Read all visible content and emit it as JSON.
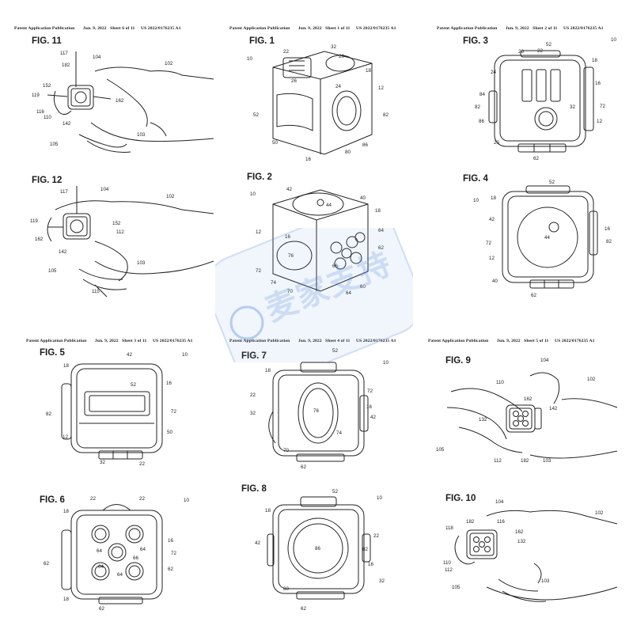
{
  "headers": {
    "s6": {
      "pub": "Patent Application Publication",
      "date": "Jun. 9, 2022",
      "sheet": "Sheet 6 of 11",
      "num": "US 2022/0176235 A1"
    },
    "s1": {
      "pub": "Patent Application Publication",
      "date": "Jun. 9, 2022",
      "sheet": "Sheet 1 of 11",
      "num": "US 2022/0176235 A1"
    },
    "s2": {
      "pub": "Patent Application Publication",
      "date": "Jun. 9, 2022",
      "sheet": "Sheet 2 of 11",
      "num": "US 2022/0176235 A1"
    },
    "s3": {
      "pub": "Patent Application Publication",
      "date": "Jun. 9, 2022",
      "sheet": "Sheet 3 of 11",
      "num": "US 2022/0176235 A1"
    },
    "s4": {
      "pub": "Patent Application Publication",
      "date": "Jun. 9, 2022",
      "sheet": "Sheet 4 of 11",
      "num": "US 2022/0176235 A1"
    },
    "s5": {
      "pub": "Patent Application Publication",
      "date": "Jun. 9, 2022",
      "sheet": "Sheet 5 of 11",
      "num": "US 2022/0176235 A1"
    }
  },
  "figures": {
    "f11": "FIG. 11",
    "f12": "FIG. 12",
    "f1": "FIG. 1",
    "f2": "FIG. 2",
    "f3": "FIG. 3",
    "f4": "FIG. 4",
    "f5": "FIG. 5",
    "f6": "FIG. 6",
    "f7": "FIG. 7",
    "f8": "FIG. 8",
    "f9": "FIG. 9",
    "f10": "FIG. 10"
  },
  "refs": {
    "f11": [
      "117",
      "104",
      "102",
      "182",
      "152",
      "119",
      "162",
      "116",
      "110",
      "142",
      "103",
      "105"
    ],
    "f12": [
      "117",
      "104",
      "102",
      "119",
      "152",
      "162",
      "112",
      "142",
      "103",
      "105",
      "115"
    ],
    "f1": [
      "22",
      "32",
      "10",
      "20",
      "18",
      "12",
      "26",
      "24",
      "52",
      "82",
      "50",
      "80",
      "86",
      "16"
    ],
    "f2": [
      "42",
      "10",
      "44",
      "40",
      "18",
      "12",
      "16",
      "64",
      "76",
      "62",
      "72",
      "66",
      "74",
      "70",
      "64",
      "60"
    ],
    "f3": [
      "52",
      "10",
      "22",
      "18",
      "26",
      "24",
      "16",
      "84",
      "72",
      "82",
      "86",
      "32",
      "12",
      "20",
      "62"
    ],
    "f4": [
      "52",
      "10",
      "18",
      "42",
      "44",
      "16",
      "72",
      "82",
      "12",
      "40",
      "62"
    ],
    "f5": [
      "42",
      "10",
      "18",
      "16",
      "52",
      "82",
      "72",
      "50",
      "12",
      "32",
      "22"
    ],
    "f6": [
      "22",
      "22",
      "10",
      "18",
      "16",
      "64",
      "64",
      "72",
      "62",
      "64",
      "66",
      "64",
      "62",
      "18",
      "62"
    ],
    "f7": [
      "52",
      "18",
      "10",
      "22",
      "72",
      "32",
      "16",
      "76",
      "42",
      "74",
      "70",
      "62"
    ],
    "f8": [
      "52",
      "10",
      "18",
      "42",
      "22",
      "86",
      "82",
      "16",
      "80",
      "32",
      "62"
    ],
    "f9": [
      "104",
      "110",
      "102",
      "162",
      "132",
      "142",
      "105",
      "112",
      "182",
      "103"
    ],
    "f10": [
      "104",
      "102",
      "182",
      "116",
      "118",
      "162",
      "132",
      "110",
      "112",
      "105",
      "103"
    ]
  },
  "watermark": "麦家支持"
}
